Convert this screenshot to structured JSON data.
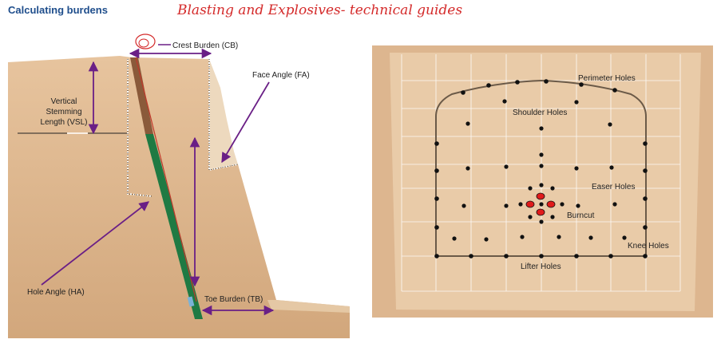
{
  "header": {
    "title": "Calculating burdens",
    "subtitle": "Blasting and Explosives- technical guides"
  },
  "left_diagram": {
    "labels": {
      "crest_burden": "Crest Burden (CB)",
      "face_angle": "Face Angle (FA)",
      "vsl_line1": "Vertical",
      "vsl_line2": "Stemming",
      "vsl_line3": "Length (VSL)",
      "hole_angle": "Hole Angle (HA)",
      "toe_burden": "Toe Burden (TB)"
    }
  },
  "right_diagram": {
    "labels": {
      "perimeter": "Perimeter Holes",
      "shoulder": "Shoulder Holes",
      "easer": "Easer Holes",
      "burncut": "Burncut",
      "knee": "Knee Holes",
      "lifter": "Lifter Holes"
    }
  },
  "colors": {
    "title": "#1f4e8c",
    "subtitle": "#d42a2a",
    "rock": "#dcb48c",
    "arrow": "#6a1f86",
    "hole_green": "#1f7a43",
    "burncut_red": "#e01b1b"
  }
}
